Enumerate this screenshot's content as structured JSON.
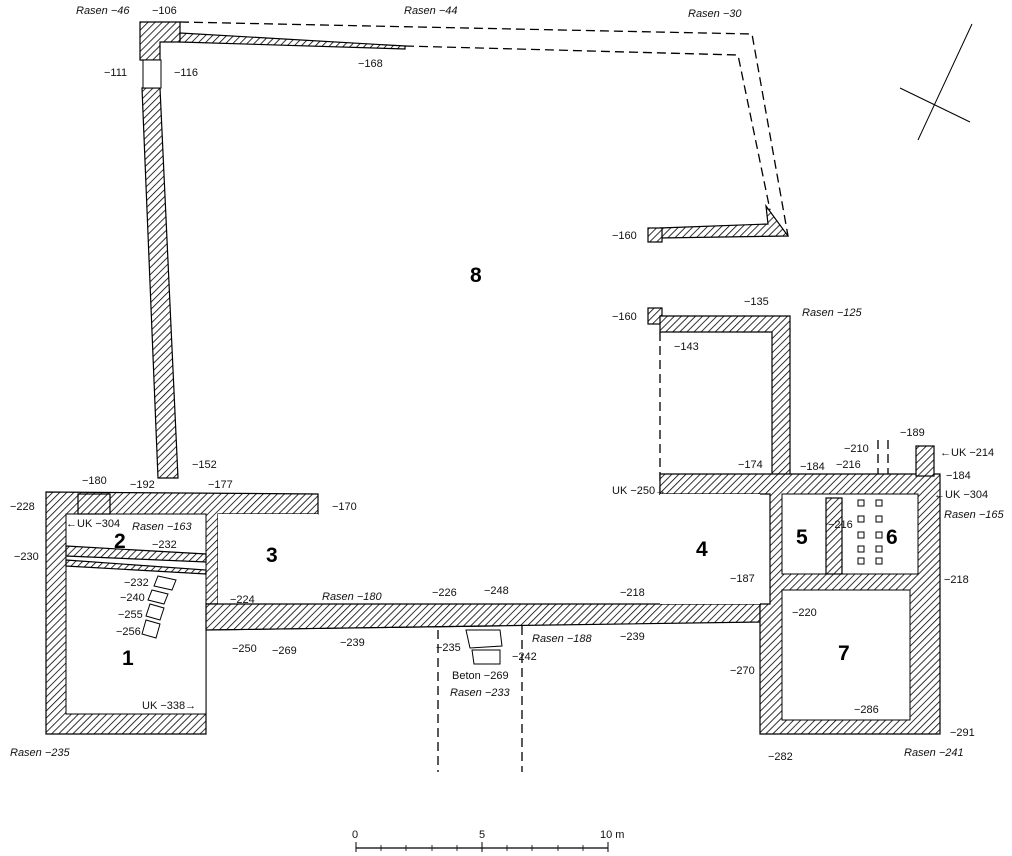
{
  "rooms": [
    {
      "id": "8",
      "label": "8"
    },
    {
      "id": "1",
      "label": "1"
    },
    {
      "id": "2",
      "label": "2"
    },
    {
      "id": "3",
      "label": "3"
    },
    {
      "id": "4",
      "label": "4"
    },
    {
      "id": "5",
      "label": "5"
    },
    {
      "id": "6",
      "label": "6"
    },
    {
      "id": "7",
      "label": "7"
    }
  ],
  "elevations": [
    "Rasen −46",
    "−106",
    "Rasen −44",
    "Rasen −30",
    "−111",
    "−116",
    "−168",
    "−160",
    "−160",
    "−135",
    "Rasen −125",
    "−143",
    "−180",
    "−192",
    "−152",
    "−177",
    "−228",
    "−170",
    "←UK −304",
    "Rasen −163",
    "−230",
    "−232",
    "−232",
    "−240",
    "−255",
    "−256",
    "UK −338→",
    "Rasen −235",
    "−224",
    "Rasen −180",
    "−226",
    "−248",
    "−218",
    "−250",
    "−269",
    "−239",
    "−235",
    "Rasen −188",
    "−242",
    "−239",
    "Beton −269",
    "Rasen −233",
    "UK −250→",
    "−174",
    "−184",
    "−216",
    "−210",
    "−189",
    "←UK −214",
    "−184",
    "←UK −304",
    "Rasen −165",
    "−216",
    "−187",
    "−218",
    "−220",
    "−270",
    "−286",
    "−291",
    "−282",
    "Rasen −241"
  ],
  "scale_bar": {
    "ticks": [
      "0",
      "5",
      "10 m"
    ]
  }
}
